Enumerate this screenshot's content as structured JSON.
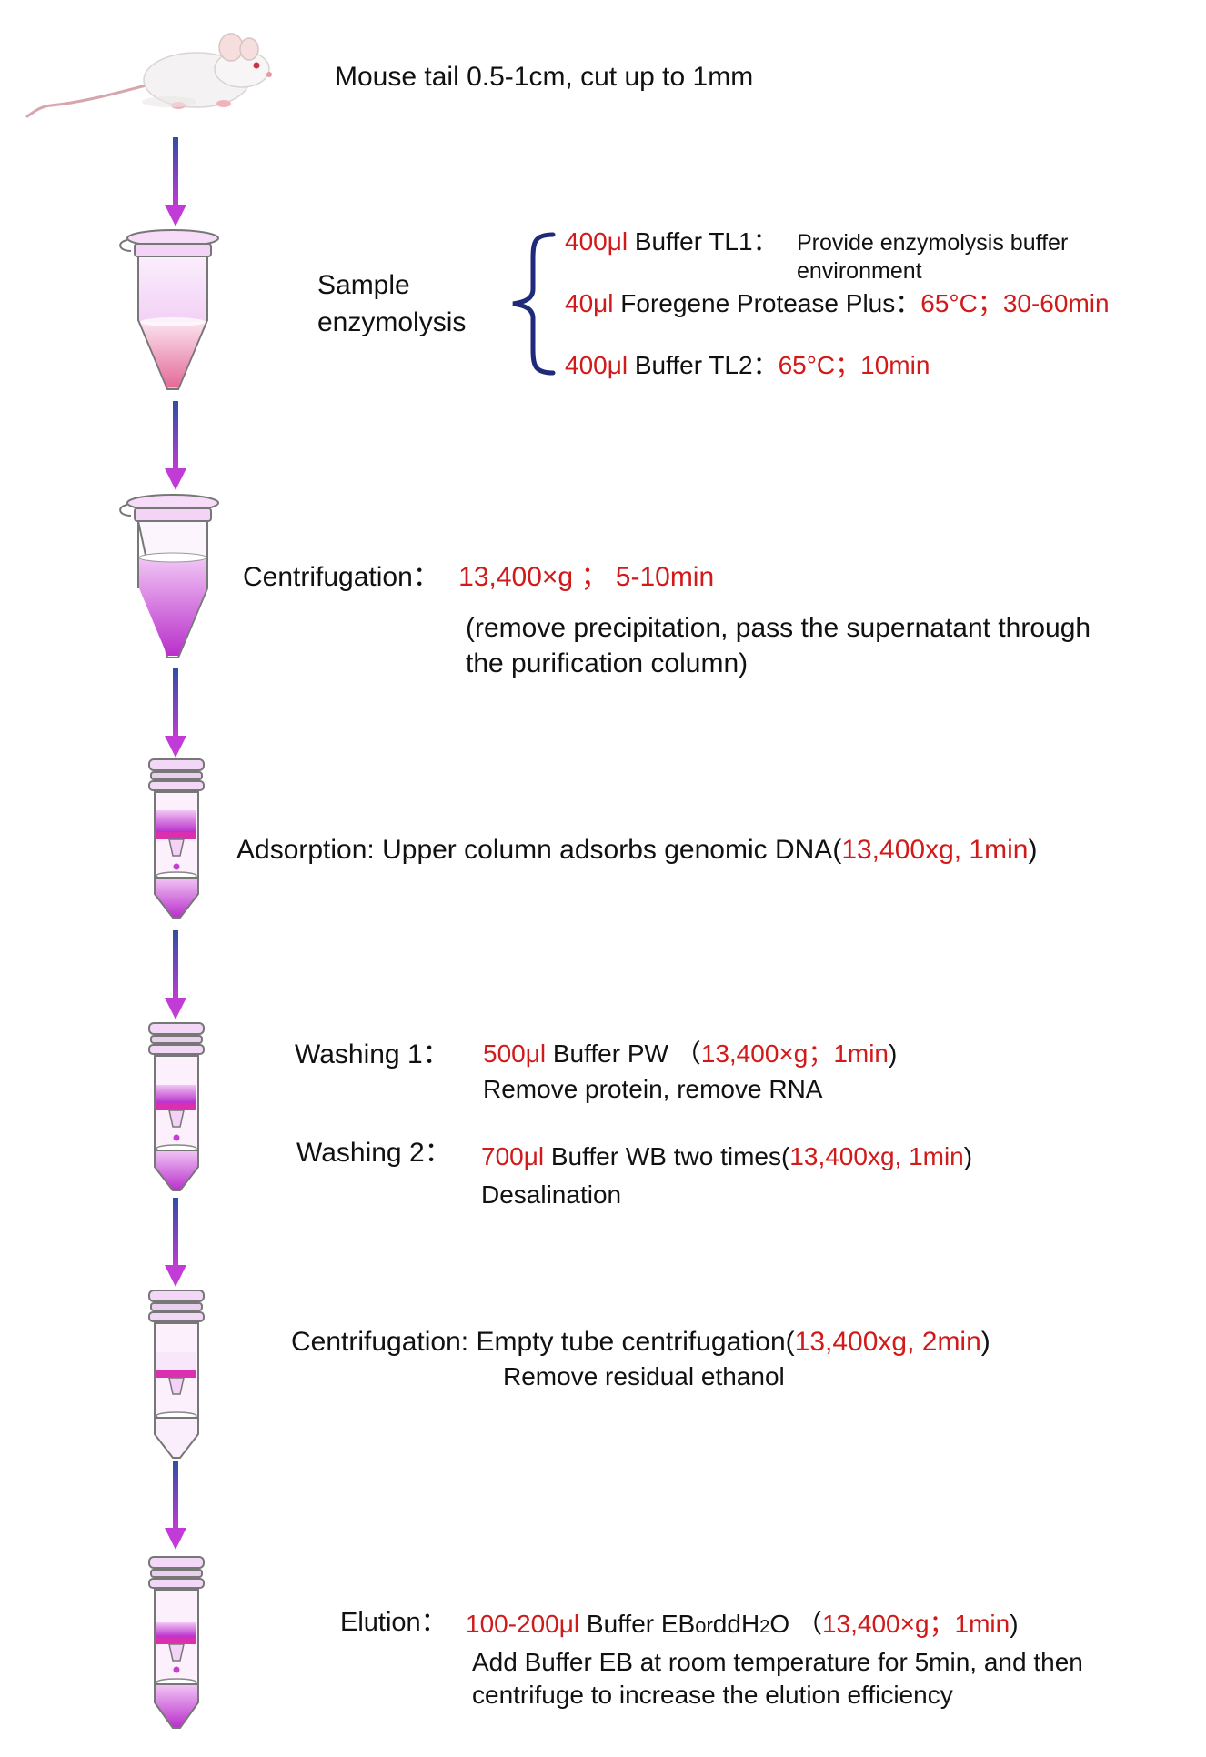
{
  "colors": {
    "arrow_top": "#2f4fa3",
    "arrow_bottom": "#c13bd6",
    "highlight": "#d11a1a",
    "text": "#111111",
    "brace": "#1f2a78",
    "liquid": "#c33fd0"
  },
  "icons": [
    "mouse-illustration",
    "tube-icon",
    "spin-column-icon",
    "brace-icon",
    "down-arrow-icon"
  ],
  "steps": {
    "mouse": {
      "text": "Mouse tail 0.5-1cm, cut up to 1mm"
    },
    "enzymolysis": {
      "label_line1": "Sample",
      "label_line2": "enzymolysis",
      "row1": {
        "volume": "400μl",
        "name": "Buffer TL1",
        "sep": "：",
        "desc_line1": "Provide enzymolysis buffer",
        "desc_line2": "environment"
      },
      "row2": {
        "volume": "40μl",
        "name": "Foregene Protease Plus",
        "sep": "：",
        "cond": "65°C；30-60min"
      },
      "row3": {
        "volume": "400μl",
        "name": "Buffer TL2",
        "sep": "：",
        "cond": "65°C；10min"
      }
    },
    "centrifugation1": {
      "label": "Centrifugation：",
      "cond": "13,400×g ； 5-10min",
      "note_line1": "(remove precipitation, pass the supernatant through",
      "note_line2": "the purification column)"
    },
    "adsorption": {
      "label": "Adsorption: Upper column adsorbs genomic DNA(",
      "cond": "13,400xg, 1min",
      "close": ")"
    },
    "washing1": {
      "label": "Washing 1：",
      "volume": "500μl",
      "name": "Buffer PW",
      "open": "（",
      "cond": "13,400×g；1min",
      "close": ")",
      "note": "Remove protein, remove RNA"
    },
    "washing2": {
      "label": "Washing 2：",
      "volume": "700μl",
      "name": "Buffer WB two times(",
      "cond": "13,400xg, 1min",
      "close": ")",
      "note": "Desalination"
    },
    "centrifugation2": {
      "label": "Centrifugation: Empty tube centrifugation(",
      "cond": "13,400xg, 2min",
      "close": ")",
      "note": "Remove residual ethanol"
    },
    "elution": {
      "label": "Elution：",
      "volume": "100-200μl",
      "name": "Buffer EB",
      "or": "or",
      "water_main": "ddH",
      "water_sub": "2",
      "water_end": "O",
      "open": "（",
      "cond": "13,400×g；1min",
      "close": ")",
      "note_line1": "Add Buffer EB at room temperature for 5min, and then",
      "note_line2": "centrifuge to increase the elution efficiency"
    }
  }
}
